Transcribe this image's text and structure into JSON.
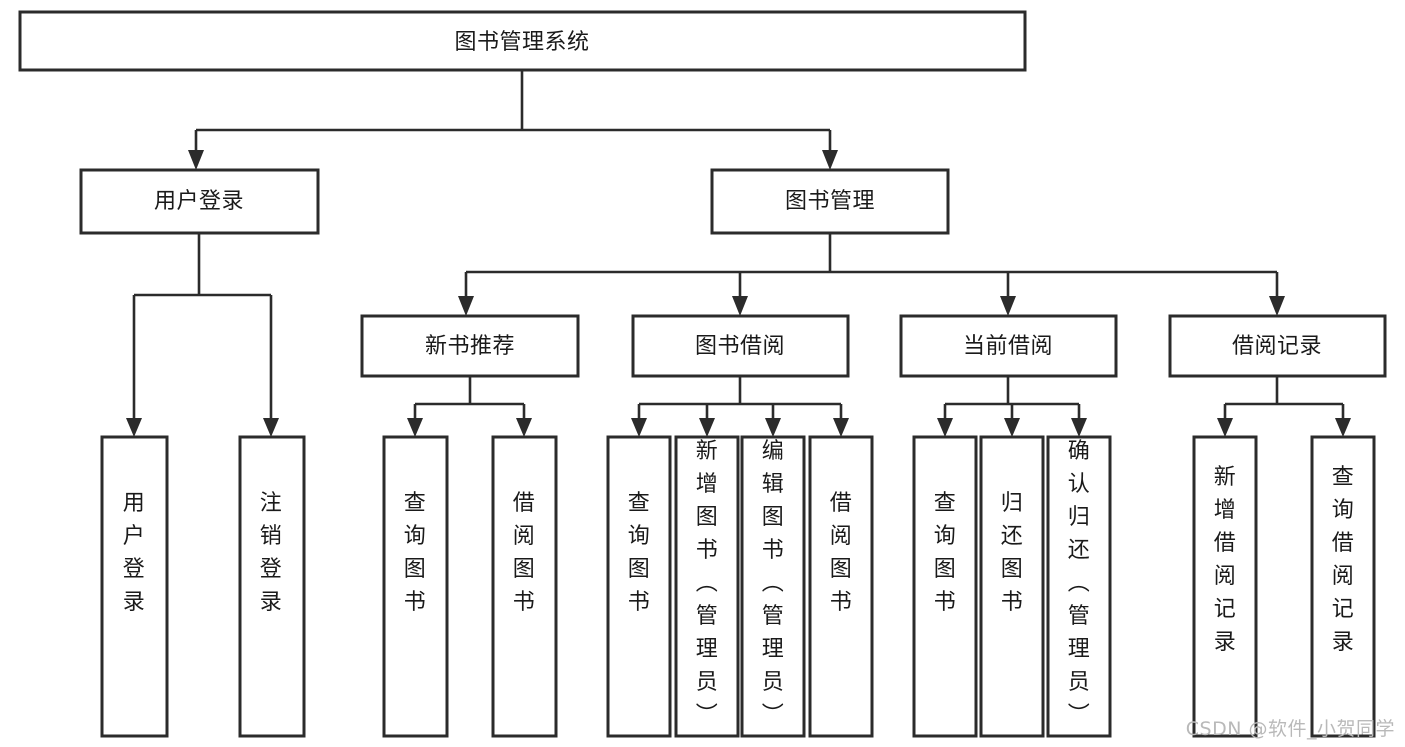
{
  "diagram": {
    "title": "图书管理系统",
    "type": "tree",
    "orientation": "top-down",
    "watermark": "CSDN @软件_小贺同学",
    "colors": {
      "box_stroke": "#2b2b2b",
      "box_fill": "#ffffff",
      "text": "#1a1a1a",
      "connector": "#2b2b2b",
      "background": "#ffffff",
      "watermark": "#b9b9b9"
    },
    "root": {
      "label": "图书管理系统"
    },
    "level2": [
      {
        "label": "用户登录"
      },
      {
        "label": "图书管理"
      }
    ],
    "level3": [
      {
        "label": "新书推荐"
      },
      {
        "label": "图书借阅"
      },
      {
        "label": "当前借阅"
      },
      {
        "label": "借阅记录"
      }
    ],
    "leaves_user_login": [
      {
        "label": "用户登录"
      },
      {
        "label": "注销登录"
      }
    ],
    "leaves_new_book": [
      {
        "label": "查询图书"
      },
      {
        "label": "借阅图书"
      }
    ],
    "leaves_borrow": [
      {
        "label": "查询图书"
      },
      {
        "label": "新增图书（管理员）"
      },
      {
        "label": "编辑图书（管理员）"
      },
      {
        "label": "借阅图书"
      }
    ],
    "leaves_current": [
      {
        "label": "查询图书"
      },
      {
        "label": "归还图书"
      },
      {
        "label": "确认归还（管理员）"
      }
    ],
    "leaves_records": [
      {
        "label": "新增借阅记录"
      },
      {
        "label": "查询借阅记录"
      }
    ]
  }
}
